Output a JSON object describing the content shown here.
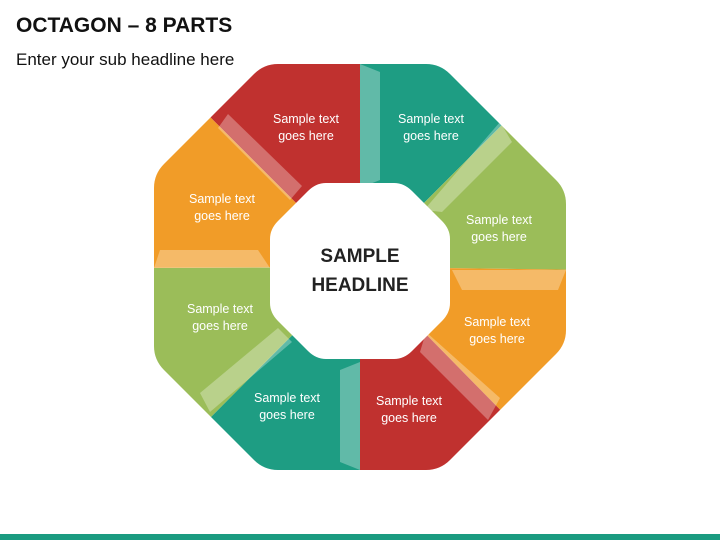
{
  "header": {
    "title": "OCTAGON – 8 PARTS",
    "subtitle": "Enter your sub headline here"
  },
  "center": {
    "line1": "SAMPLE",
    "line2": "HEADLINE"
  },
  "segments": [
    {
      "id": "top-left",
      "color": "#c0312f",
      "line1": "Sample text",
      "line2": "goes here"
    },
    {
      "id": "top-right",
      "color": "#1e9d83",
      "line1": "Sample text",
      "line2": "goes here"
    },
    {
      "id": "right-upper",
      "color": "#9bbd59",
      "line1": "Sample text",
      "line2": "goes here"
    },
    {
      "id": "right-lower",
      "color": "#f19c28",
      "line1": "Sample text",
      "line2": "goes here"
    },
    {
      "id": "bottom-right",
      "color": "#c0312f",
      "line1": "Sample text",
      "line2": "goes here"
    },
    {
      "id": "bottom-left",
      "color": "#1e9d83",
      "line1": "Sample text",
      "line2": "goes here"
    },
    {
      "id": "left-lower",
      "color": "#9bbd59",
      "line1": "Sample text",
      "line2": "goes here"
    },
    {
      "id": "left-upper",
      "color": "#f19c28",
      "line1": "Sample text",
      "line2": "goes here"
    }
  ],
  "colors": {
    "accent_bar": "#1a9b80"
  }
}
